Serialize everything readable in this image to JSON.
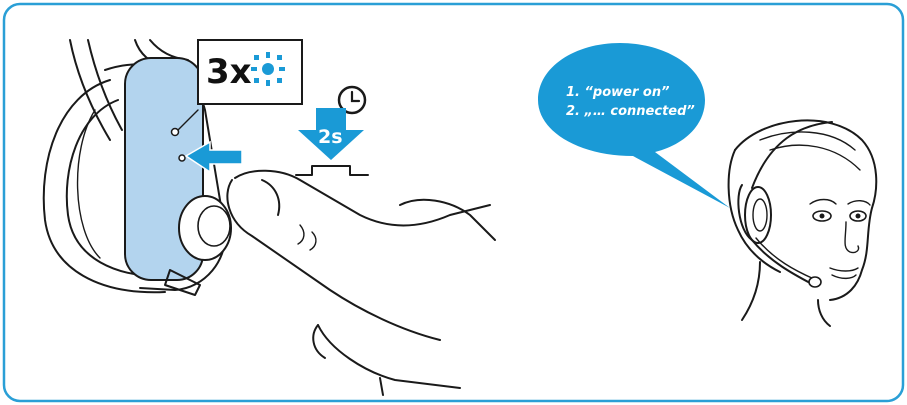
{
  "colors": {
    "frame": "#2a9fd6",
    "accent_blue": "#1a9ad6",
    "panel_light_blue": "#b3d4ee",
    "line": "#1a1a1a"
  },
  "indicator_box": {
    "count_label": "3x",
    "icon": "blinking-light-icon"
  },
  "timer": {
    "duration_label": "2s",
    "icon": "clock-icon"
  },
  "speech_bubble": {
    "line1": "1. “power on”",
    "line2": "2. „… connected”"
  }
}
